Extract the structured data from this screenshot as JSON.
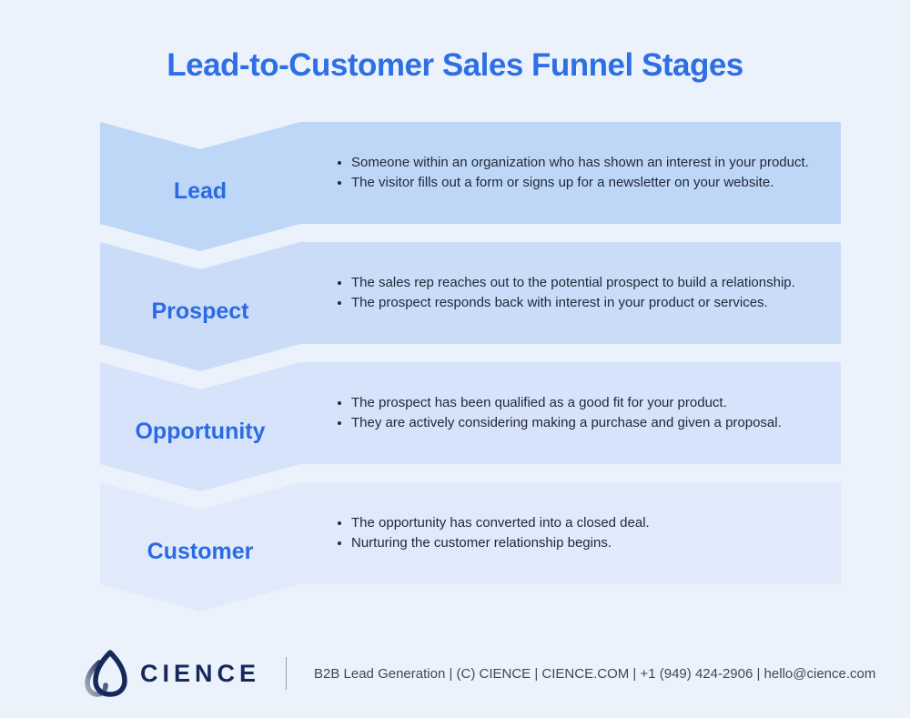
{
  "page": {
    "title": "Lead-to-Customer Sales Funnel Stages",
    "background": "#ebf2fb",
    "title_color": "#2e6fe6"
  },
  "stages": [
    {
      "label": "Lead",
      "color": "#bfd7f7",
      "bullets": [
        "Someone within an organization who has shown an interest in your product.",
        "The visitor fills out a form or signs up for a newsletter on your website."
      ]
    },
    {
      "label": "Prospect",
      "color": "#cbdcf8",
      "bullets": [
        "The sales rep reaches out to the potential prospect to build a relationship.",
        "The prospect responds back with interest in your product or services."
      ]
    },
    {
      "label": "Opportunity",
      "color": "#d7e3fa",
      "bullets": [
        "The prospect has been qualified as a good fit for your product.",
        "They are actively considering making a purchase and given a proposal."
      ]
    },
    {
      "label": "Customer",
      "color": "#e1eafb",
      "bullets": [
        "The opportunity has converted into a closed deal.",
        "Nurturing the customer relationship begins."
      ]
    }
  ],
  "footer": {
    "brand": "CIENCE",
    "info": "B2B Lead Generation | (C) CIENCE | CIENCE.COM | +1 (949) 424-2906 | hello@cience.com",
    "logo_color": "#16295a"
  },
  "colors": {
    "label_blue": "#2b6ae3",
    "body_text": "#20293a",
    "footer_text": "#3e4857"
  }
}
